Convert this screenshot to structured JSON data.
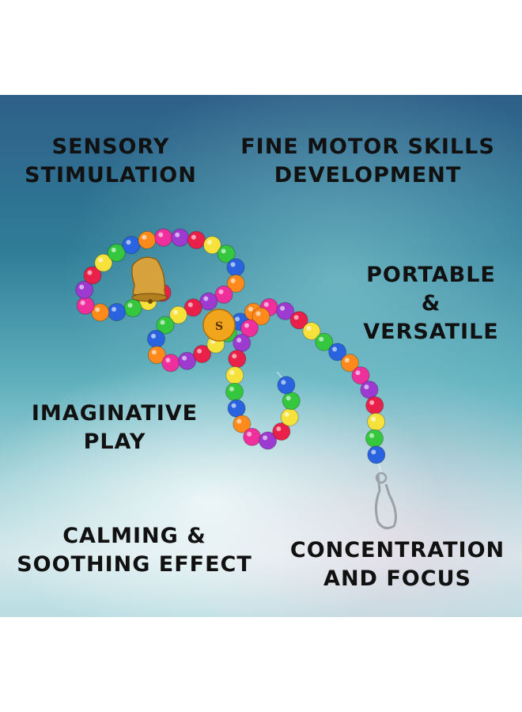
{
  "captions": {
    "sensory": [
      "SENSORY",
      "STIMULATION"
    ],
    "fine_motor": [
      "FINE MOTOR SKILLS",
      "DEVELOPMENT"
    ],
    "portable": [
      "PORTABLE",
      "&",
      "VERSATILE"
    ],
    "imaginative": [
      "IMAGINATIVE",
      "PLAY"
    ],
    "calming": [
      "CALMING &",
      "SOOTHING EFFECT"
    ],
    "concentration": [
      "CONCENTRATION",
      "AND FOCUS"
    ]
  },
  "colors": {
    "bead_palette": [
      "#e8204a",
      "#f7e23b",
      "#35c73d",
      "#2a63e0",
      "#ff8a1c",
      "#ee2f9c",
      "#9d3bd1"
    ],
    "bell": "#d7a23c",
    "tag": "#f0a51c"
  },
  "icons": {
    "toy": "bead-string-toy",
    "bell": "bell-icon",
    "tag": "brand-tag",
    "hook": "snap-hook-icon"
  }
}
